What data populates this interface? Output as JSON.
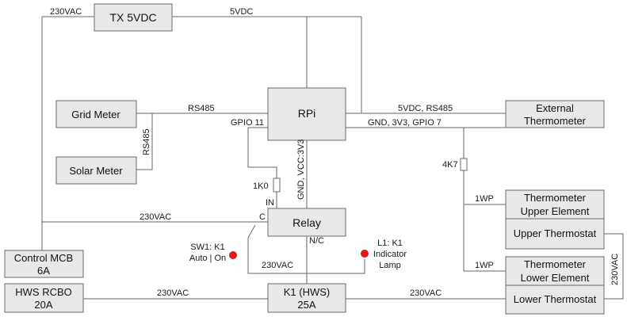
{
  "components": {
    "tx": "TX 5VDC",
    "rpi": "RPi",
    "grid_meter": "Grid Meter",
    "solar_meter": "Solar Meter",
    "external_thermometer": [
      "External",
      "Thermometer"
    ],
    "relay": "Relay",
    "control_mcb": [
      "Control MCB",
      "6A"
    ],
    "hws_rcbo": [
      "HWS RCBO",
      "20A"
    ],
    "k1": [
      "K1 (HWS)",
      "25A"
    ],
    "thermometer_upper": [
      "Thermometer",
      "Upper Element"
    ],
    "upper_thermostat": "Upper Thermostat",
    "thermometer_lower": [
      "Thermometer",
      "Lower Element"
    ],
    "lower_thermostat": "Lower Thermostat"
  },
  "labels": {
    "ac_top": "230VAC",
    "dc_top": "5VDC",
    "rs485_grid": "RS485",
    "rs485_vertical": "RS485",
    "gpio11": "GPIO 11",
    "ext_bus_top": "5VDC, RS485",
    "ext_bus_bottom": "GND, 3V3, GPIO 7",
    "relay_supply": "GND, VCC:3V3",
    "r_1k0": "1K0",
    "relay_in": "IN",
    "ac_relay": "230VAC",
    "relay_c": "C",
    "relay_nc": "N/C",
    "r_4k7": "4K7",
    "onewire_upper": "1WP",
    "onewire_lower": "1WP",
    "sw1": [
      "SW1: K1",
      "Auto | On"
    ],
    "l1": [
      "L1: K1",
      "Indicator",
      "Lamp"
    ],
    "ac_sw_loop": "230VAC",
    "ac_rcbo_k1": "230VAC",
    "ac_k1_thermo": "230VAC",
    "ac_thermostats": "230VAC"
  },
  "colors": {
    "box_fill": "#e8e8e8",
    "box_stroke": "#6a6a6a",
    "wire": "#666666",
    "indicator": "#e01818"
  }
}
